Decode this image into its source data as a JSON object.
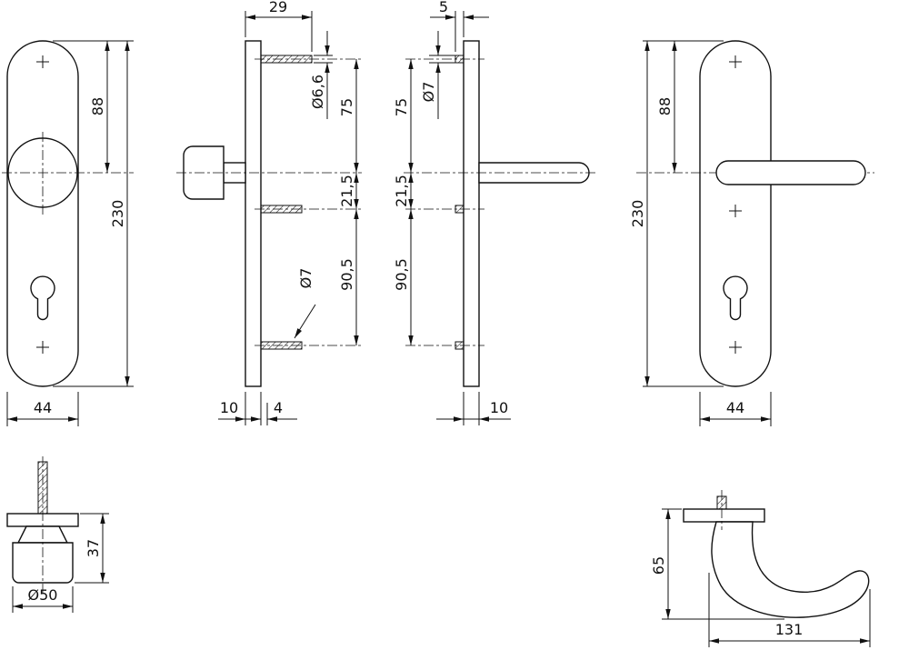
{
  "views": {
    "knob_plate_front": {
      "dim_hole_spacing": "88",
      "dim_plate_height": "230",
      "dim_plate_width": "44"
    },
    "knob_plate_side": {
      "dim_depth": "29",
      "dim_top_hole_dia": "Ø6,6",
      "dim_top_to_center": "75",
      "dim_center_to_mid": "21,5",
      "dim_bottom_hole_dia": "Ø7",
      "dim_mid_to_bottom": "90,5",
      "dim_plate_thickness": "10",
      "dim_offset": "4"
    },
    "lever_plate_side": {
      "dim_stub": "5",
      "dim_top_hole_dia": "Ø7",
      "dim_top_to_center": "75",
      "dim_center_to_mid": "21,5",
      "dim_mid_to_bottom": "90,5",
      "dim_plate_thickness": "10"
    },
    "lever_plate_front": {
      "dim_hole_spacing": "88",
      "dim_plate_height": "230",
      "dim_plate_width": "44"
    },
    "knob_detail": {
      "dim_height": "37",
      "dim_diameter": "Ø50"
    },
    "lever_detail": {
      "dim_height": "65",
      "dim_length": "131"
    }
  }
}
